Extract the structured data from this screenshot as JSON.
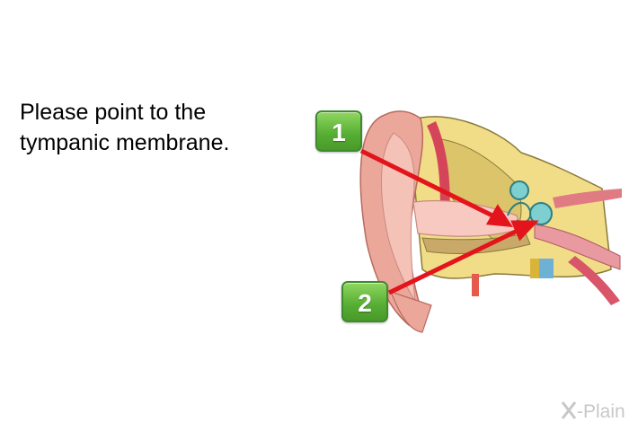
{
  "question": {
    "line1": "Please point to the",
    "line2": "tympanic membrane."
  },
  "answers": [
    {
      "label": "1"
    },
    {
      "label": "2"
    }
  ],
  "logo": {
    "text": "-Plain",
    "icon": "x-plain-logo-icon"
  },
  "colors": {
    "button_green": "#55ad33",
    "arrow_red": "#e3141b",
    "logo_gray": "#c8c8c8"
  }
}
